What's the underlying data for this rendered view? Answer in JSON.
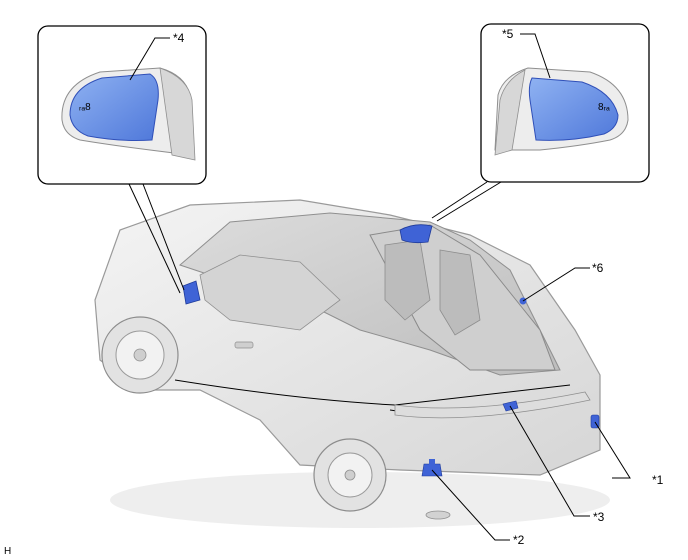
{
  "callouts": {
    "c1": "*1",
    "c2": "*2",
    "c3": "*3",
    "c4": "*4",
    "c5": "*5",
    "c6": "*6"
  },
  "figure_id": "H",
  "colors": {
    "component_blue": "#3f63d6",
    "mirror_blue": "#6f98ea",
    "car_body": "#e8e8e8",
    "car_outline": "#9a9a9a"
  },
  "icons": [
    "car-body-illustration",
    "mirror-glass-left",
    "mirror-glass-right"
  ]
}
